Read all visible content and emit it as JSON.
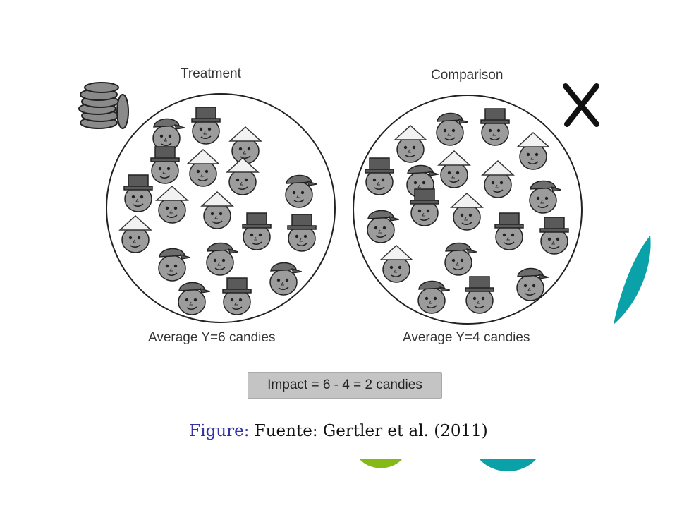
{
  "figure": {
    "treatment": {
      "title": "Treatment",
      "average": "Average Y=6 candies"
    },
    "comparison": {
      "title": "Comparison",
      "average": "Average Y=4 candies"
    },
    "impact": "Impact = 6 - 4 = 2 candies"
  },
  "caption": {
    "label": "Figure:",
    "text": "Fuente: Gertler et al. (2011)"
  },
  "icons": {
    "treatment_marker": "coin-stack-icon",
    "comparison_marker": "x-mark-icon"
  },
  "colors": {
    "teal": "#0aa2a8",
    "green": "#86b817",
    "caption_label": "#3333a6"
  }
}
